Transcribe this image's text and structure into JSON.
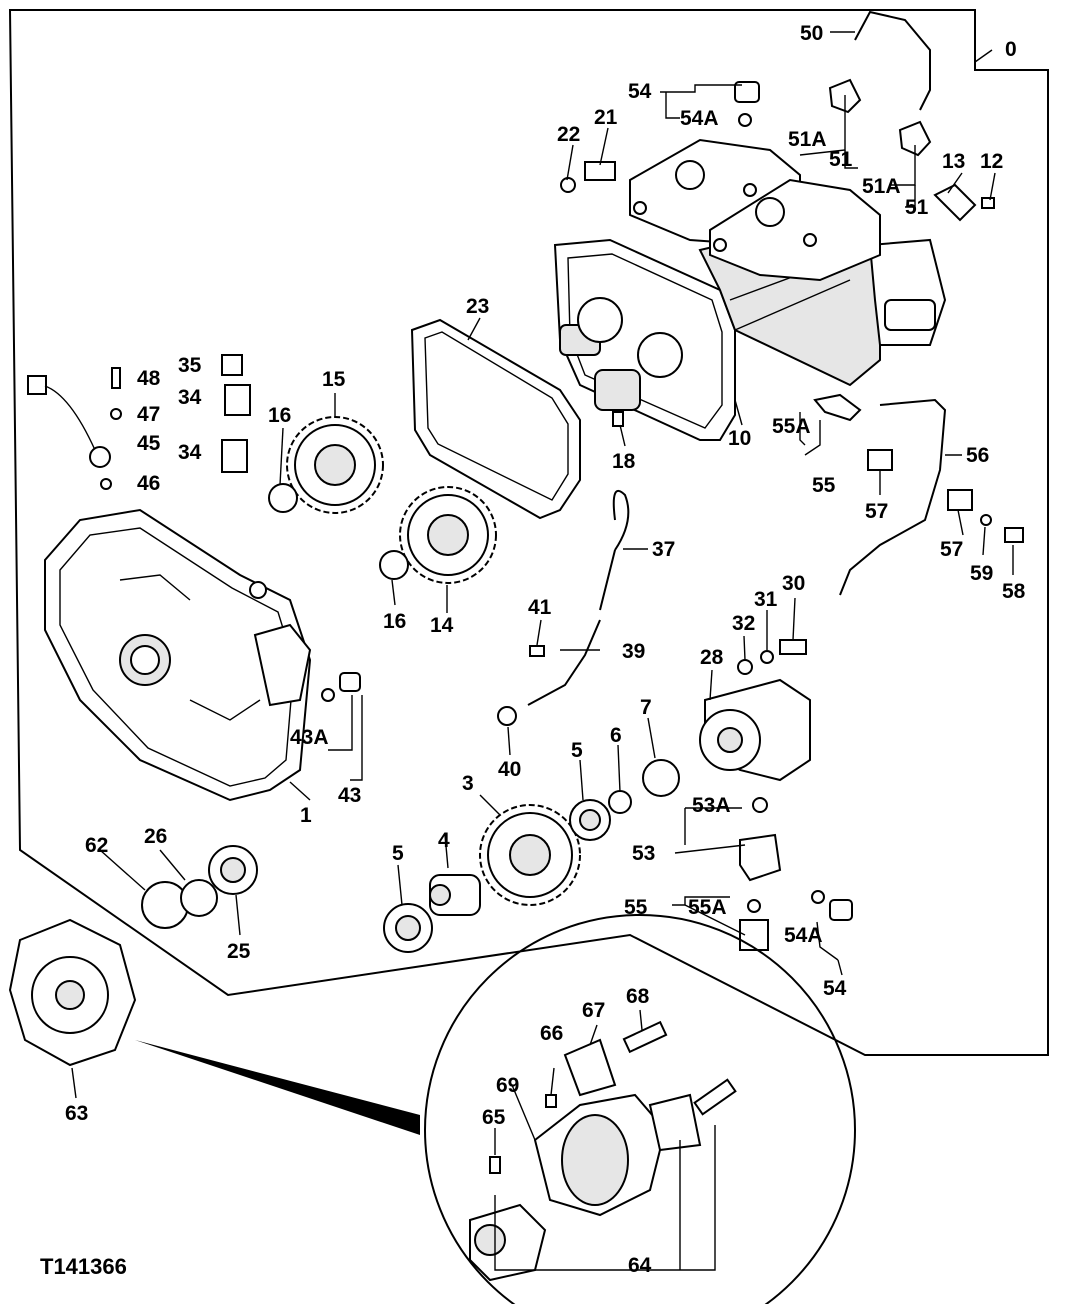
{
  "document_id": "T141366",
  "labels": {
    "l0": "0",
    "l1": "1",
    "l3": "3",
    "l4": "4",
    "l5a": "5",
    "l5b": "5",
    "l6": "6",
    "l7": "7",
    "l10": "10",
    "l12": "12",
    "l13": "13",
    "l14": "14",
    "l15": "15",
    "l16a": "16",
    "l16b": "16",
    "l18": "18",
    "l21": "21",
    "l22": "22",
    "l23": "23",
    "l25": "25",
    "l26": "26",
    "l28": "28",
    "l30": "30",
    "l31": "31",
    "l32": "32",
    "l34a": "34",
    "l34b": "34",
    "l35": "35",
    "l37": "37",
    "l39": "39",
    "l40": "40",
    "l41": "41",
    "l43": "43",
    "l43a": "43A",
    "l45": "45",
    "l46": "46",
    "l47": "47",
    "l48": "48",
    "l50": "50",
    "l51a": "51",
    "l51b": "51",
    "l51Aa": "51A",
    "l51Ab": "51A",
    "l53": "53",
    "l53A": "53A",
    "l54a": "54",
    "l54b": "54",
    "l54Aa": "54A",
    "l54Ab": "54A",
    "l55a": "55",
    "l55b": "55",
    "l55Aa": "55A",
    "l55Ab": "55A",
    "l56": "56",
    "l57a": "57",
    "l57b": "57",
    "l58": "58",
    "l59": "59",
    "l62": "62",
    "l63": "63",
    "l64": "64",
    "l65": "65",
    "l66": "66",
    "l67": "67",
    "l68": "68",
    "l69": "69"
  }
}
